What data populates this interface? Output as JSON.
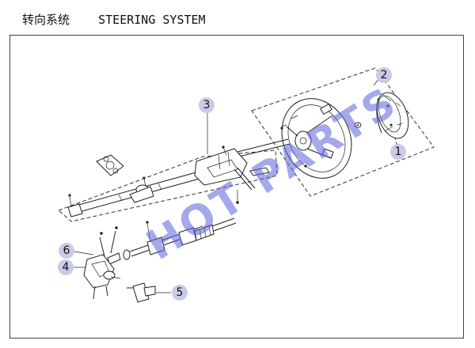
{
  "header": {
    "title": "转向系统    STEERING SYSTEM"
  },
  "watermark": {
    "text": "HOT PARTS",
    "color": "#5b60d8"
  },
  "callouts": [
    "1",
    "2",
    "3",
    "4",
    "5",
    "6"
  ],
  "colors": {
    "callout_fill": "#c9cbe6",
    "line": "#222222"
  }
}
